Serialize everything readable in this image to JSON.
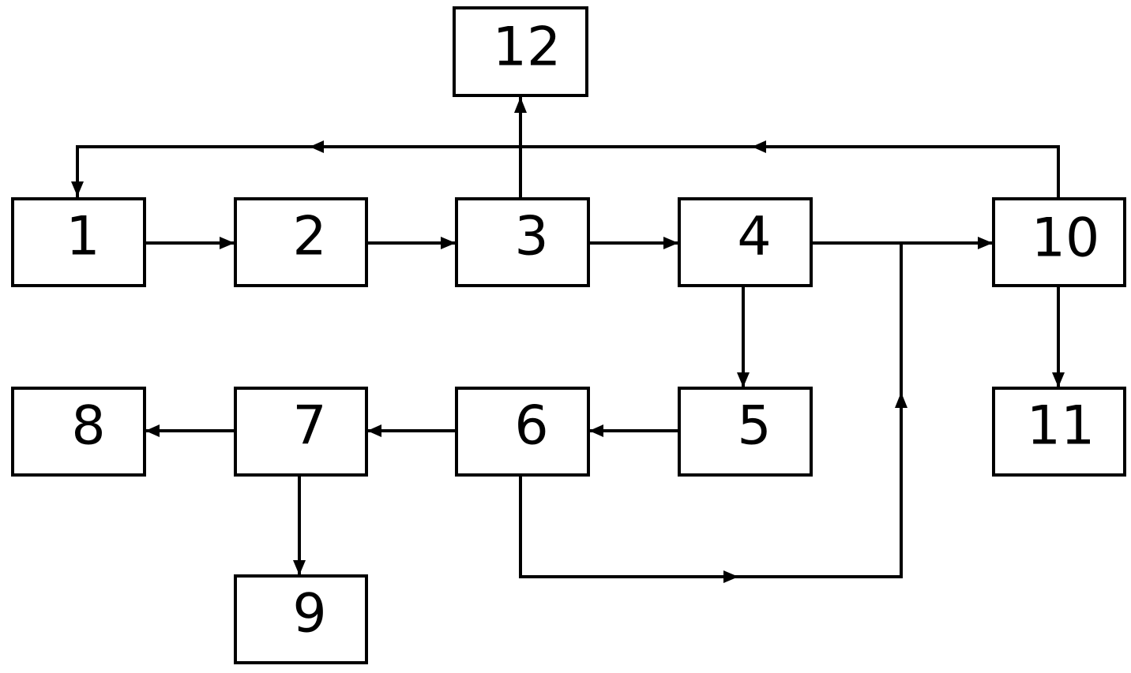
{
  "diagram": {
    "blocks": [
      {
        "id": "b1",
        "label": "1"
      },
      {
        "id": "b2",
        "label": "2"
      },
      {
        "id": "b3",
        "label": "3"
      },
      {
        "id": "b4",
        "label": "4"
      },
      {
        "id": "b5",
        "label": "5"
      },
      {
        "id": "b6",
        "label": "6"
      },
      {
        "id": "b7",
        "label": "7"
      },
      {
        "id": "b8",
        "label": "8"
      },
      {
        "id": "b9",
        "label": "9"
      },
      {
        "id": "b10",
        "label": "10"
      },
      {
        "id": "b11",
        "label": "11"
      },
      {
        "id": "b12",
        "label": "12"
      }
    ],
    "connections": [
      {
        "from": "1",
        "to": "2"
      },
      {
        "from": "2",
        "to": "3"
      },
      {
        "from": "3",
        "to": "4"
      },
      {
        "from": "3",
        "to": "12"
      },
      {
        "from": "4",
        "to": "5"
      },
      {
        "from": "4",
        "to": "10"
      },
      {
        "from": "5",
        "to": "6"
      },
      {
        "from": "6",
        "to": "7"
      },
      {
        "from": "7",
        "to": "8"
      },
      {
        "from": "7",
        "to": "9"
      },
      {
        "from": "6",
        "to": "10"
      },
      {
        "from": "10",
        "to": "11"
      },
      {
        "from": "10",
        "to": "1"
      }
    ]
  }
}
